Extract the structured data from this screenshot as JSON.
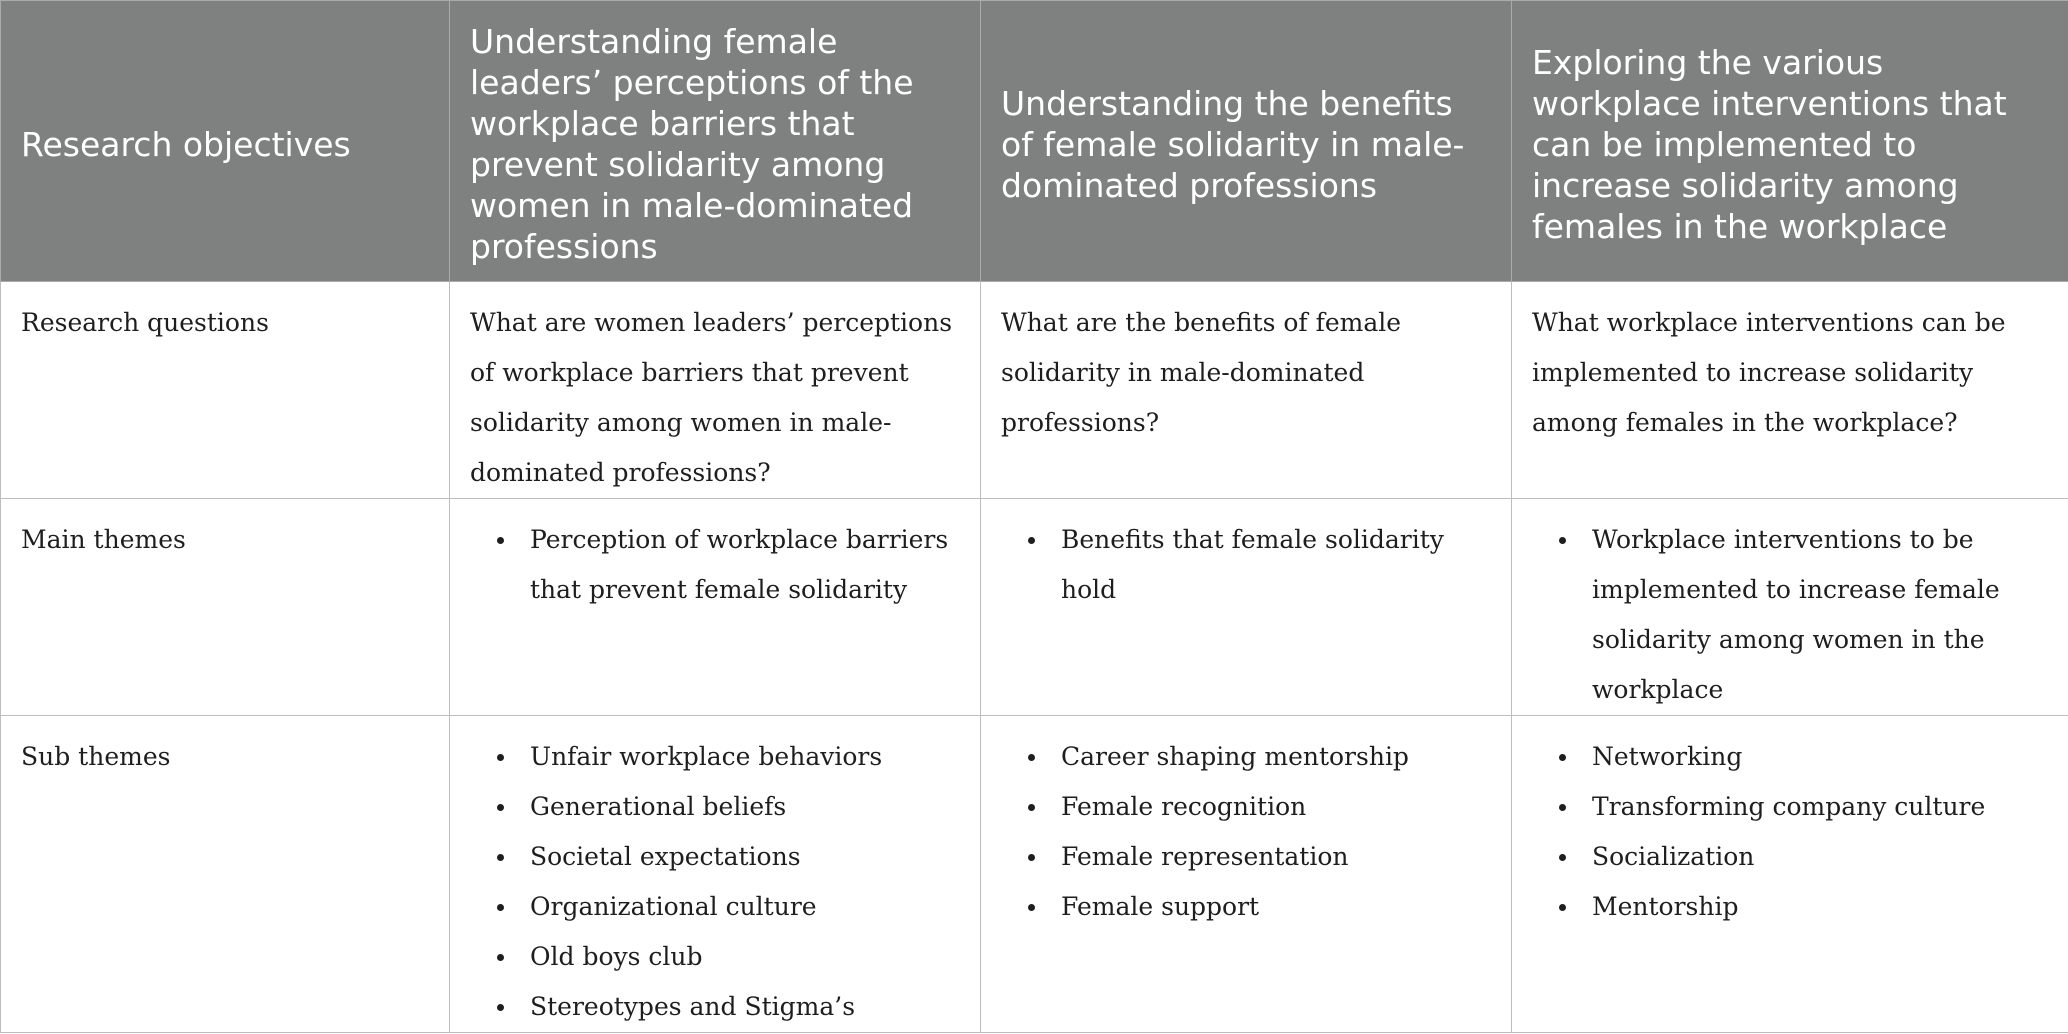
{
  "table": {
    "headers": [
      "Research objectives",
      "Understanding female leaders’ perceptions of the workplace barriers that prevent solidarity among women in male-dominated professions",
      "Understanding the benefits of female solidarity in male-dominated professions",
      "Exploring the various workplace interventions that can be implemented to increase solidarity among females in the workplace"
    ],
    "research_questions": {
      "label": "Research questions",
      "cells": [
        "What are women leaders’ perceptions of workplace barriers that prevent solidarity among women in male- dominated professions?",
        "What are the benefits of female solidarity in male-dominated professions?",
        "What workplace interventions can be implemented to increase solidarity among females in the workplace?"
      ]
    },
    "main_themes": {
      "label": "Main themes",
      "cells": [
        [
          "Perception of workplace barriers that prevent female solidarity"
        ],
        [
          "Benefits that female solidarity hold"
        ],
        [
          "Workplace interventions to be implemented to increase female solidarity among women in the workplace"
        ]
      ]
    },
    "sub_themes": {
      "label": "Sub themes",
      "cells": [
        [
          "Unfair workplace behaviors",
          "Generational beliefs",
          "Societal expectations",
          "Organizational culture",
          "Old boys club",
          "Stereotypes and Stigma’s"
        ],
        [
          "Career shaping mentorship",
          "Female recognition",
          "Female representation",
          "Female support"
        ],
        [
          "Networking",
          "Transforming company culture",
          "Socialization",
          "Mentorship"
        ]
      ]
    }
  }
}
